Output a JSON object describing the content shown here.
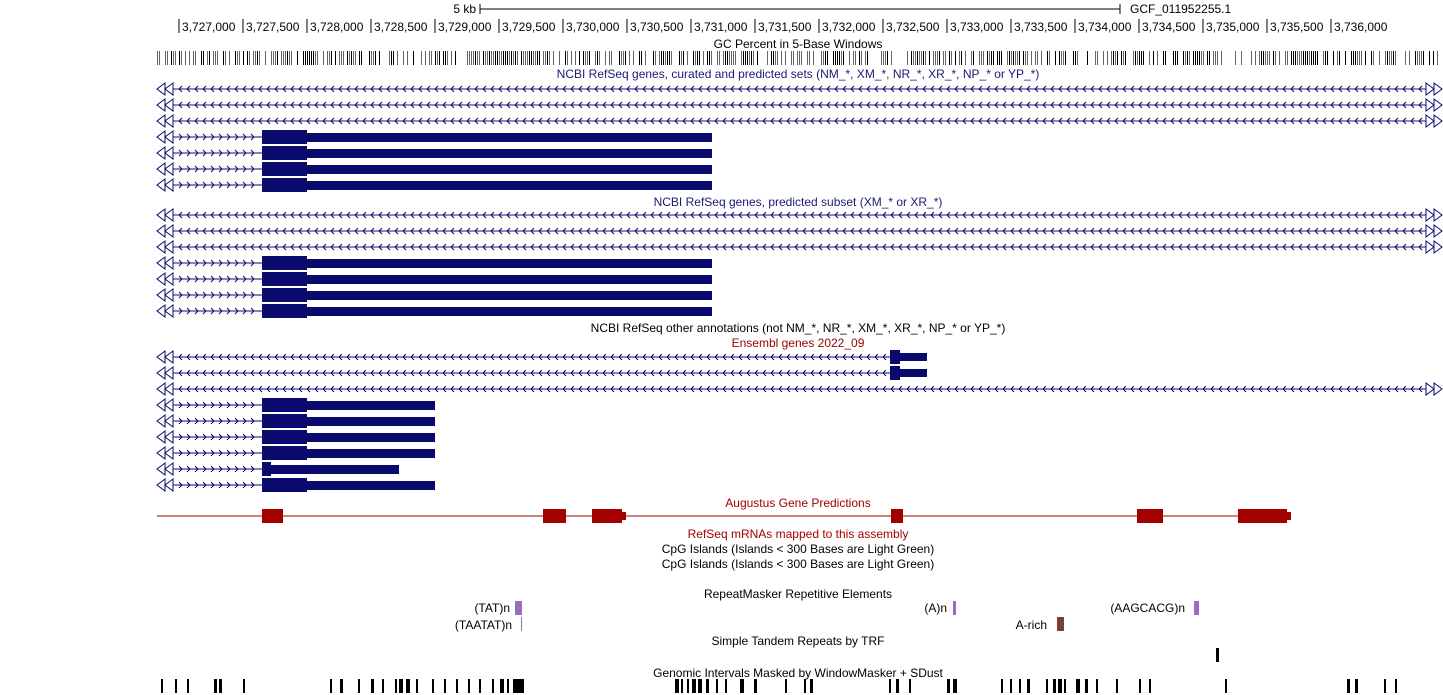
{
  "ruler": {
    "scale_label": "5 kb",
    "assembly_label": "GCF_011952255.1",
    "ticks": [
      "3,727,000",
      "3,727,500",
      "3,728,000",
      "3,728,500",
      "3,729,000",
      "3,729,500",
      "3,730,000",
      "3,730,500",
      "3,731,000",
      "3,731,500",
      "3,732,000",
      "3,732,500",
      "3,733,000",
      "3,733,500",
      "3,734,000",
      "3,734,500",
      "3,735,000",
      "3,735,500",
      "3,736,000"
    ]
  },
  "tracks": {
    "gc_percent": "GC Percent in 5-Base Windows",
    "refseq_all": "NCBI RefSeq genes, curated and predicted sets (NM_*, XM_*, NR_*, XR_*, NP_* or YP_*)",
    "refseq_predicted": "NCBI RefSeq genes, predicted subset (XM_* or XR_*)",
    "refseq_other": "NCBI RefSeq other annotations (not NM_*, NR_*, XM_*, XR_*, NP_* or YP_*)",
    "ensembl": "Ensembl genes 2022_09",
    "augustus": "Augustus Gene Predictions",
    "refseq_mrna": "RefSeq mRNAs mapped to this assembly",
    "cpg1": "CpG Islands (Islands < 300 Bases are Light Green)",
    "cpg2": "CpG Islands (Islands < 300 Bases are Light Green)",
    "repeatmasker": "RepeatMasker Repetitive Elements",
    "trf": "Simple Tandem Repeats by TRF",
    "windowmasker": "Genomic Intervals Masked by WindowMasker + SDust"
  },
  "repeats": [
    {
      "label": "(TAT)n"
    },
    {
      "label": "(TAATAT)n"
    },
    {
      "label": "(A)n"
    },
    {
      "label": "A-rich"
    },
    {
      "label": "(AAGCACG)n"
    }
  ],
  "colors": {
    "refseq": "#0a0a6e",
    "ensembl": "#9b0000",
    "augustus": "#a30000",
    "repeat_simple": "#9b6bc0",
    "repeat_lowcomplex": "#7a4030",
    "text": "#000000"
  }
}
